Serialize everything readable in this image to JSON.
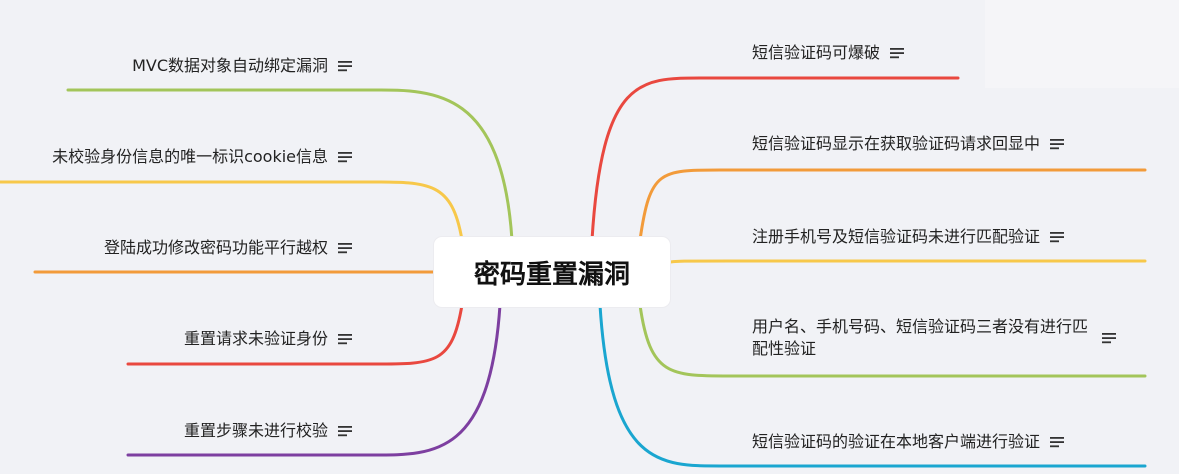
{
  "center": {
    "title": "密码重置漏洞"
  },
  "left_topics": [
    {
      "label": "MVC数据对象自动绑定漏洞",
      "color": "#a3c55a"
    },
    {
      "label": "未校验身份信息的唯一标识cookie信息",
      "color": "#f7c84a"
    },
    {
      "label": "登陆成功修改密码功能平行越权",
      "color": "#f29b3a"
    },
    {
      "label": "重置请求未验证身份",
      "color": "#e9483f"
    },
    {
      "label": "重置步骤未进行校验",
      "color": "#7d3fa0"
    }
  ],
  "right_topics": [
    {
      "label": "短信验证码可爆破",
      "color": "#e9483f"
    },
    {
      "label": "短信验证码显示在获取验证码请求回显中",
      "color": "#f29b3a"
    },
    {
      "label": "注册手机号及短信验证码未进行匹配验证",
      "color": "#f7c84a"
    },
    {
      "label": "用户名、手机号码、短信验证码三者没有进行匹配性验证",
      "color": "#a3c55a"
    },
    {
      "label": "短信验证码的验证在本地客户端进行验证",
      "color": "#1aa6d0"
    }
  ],
  "icons": {
    "note": "notes-icon"
  }
}
